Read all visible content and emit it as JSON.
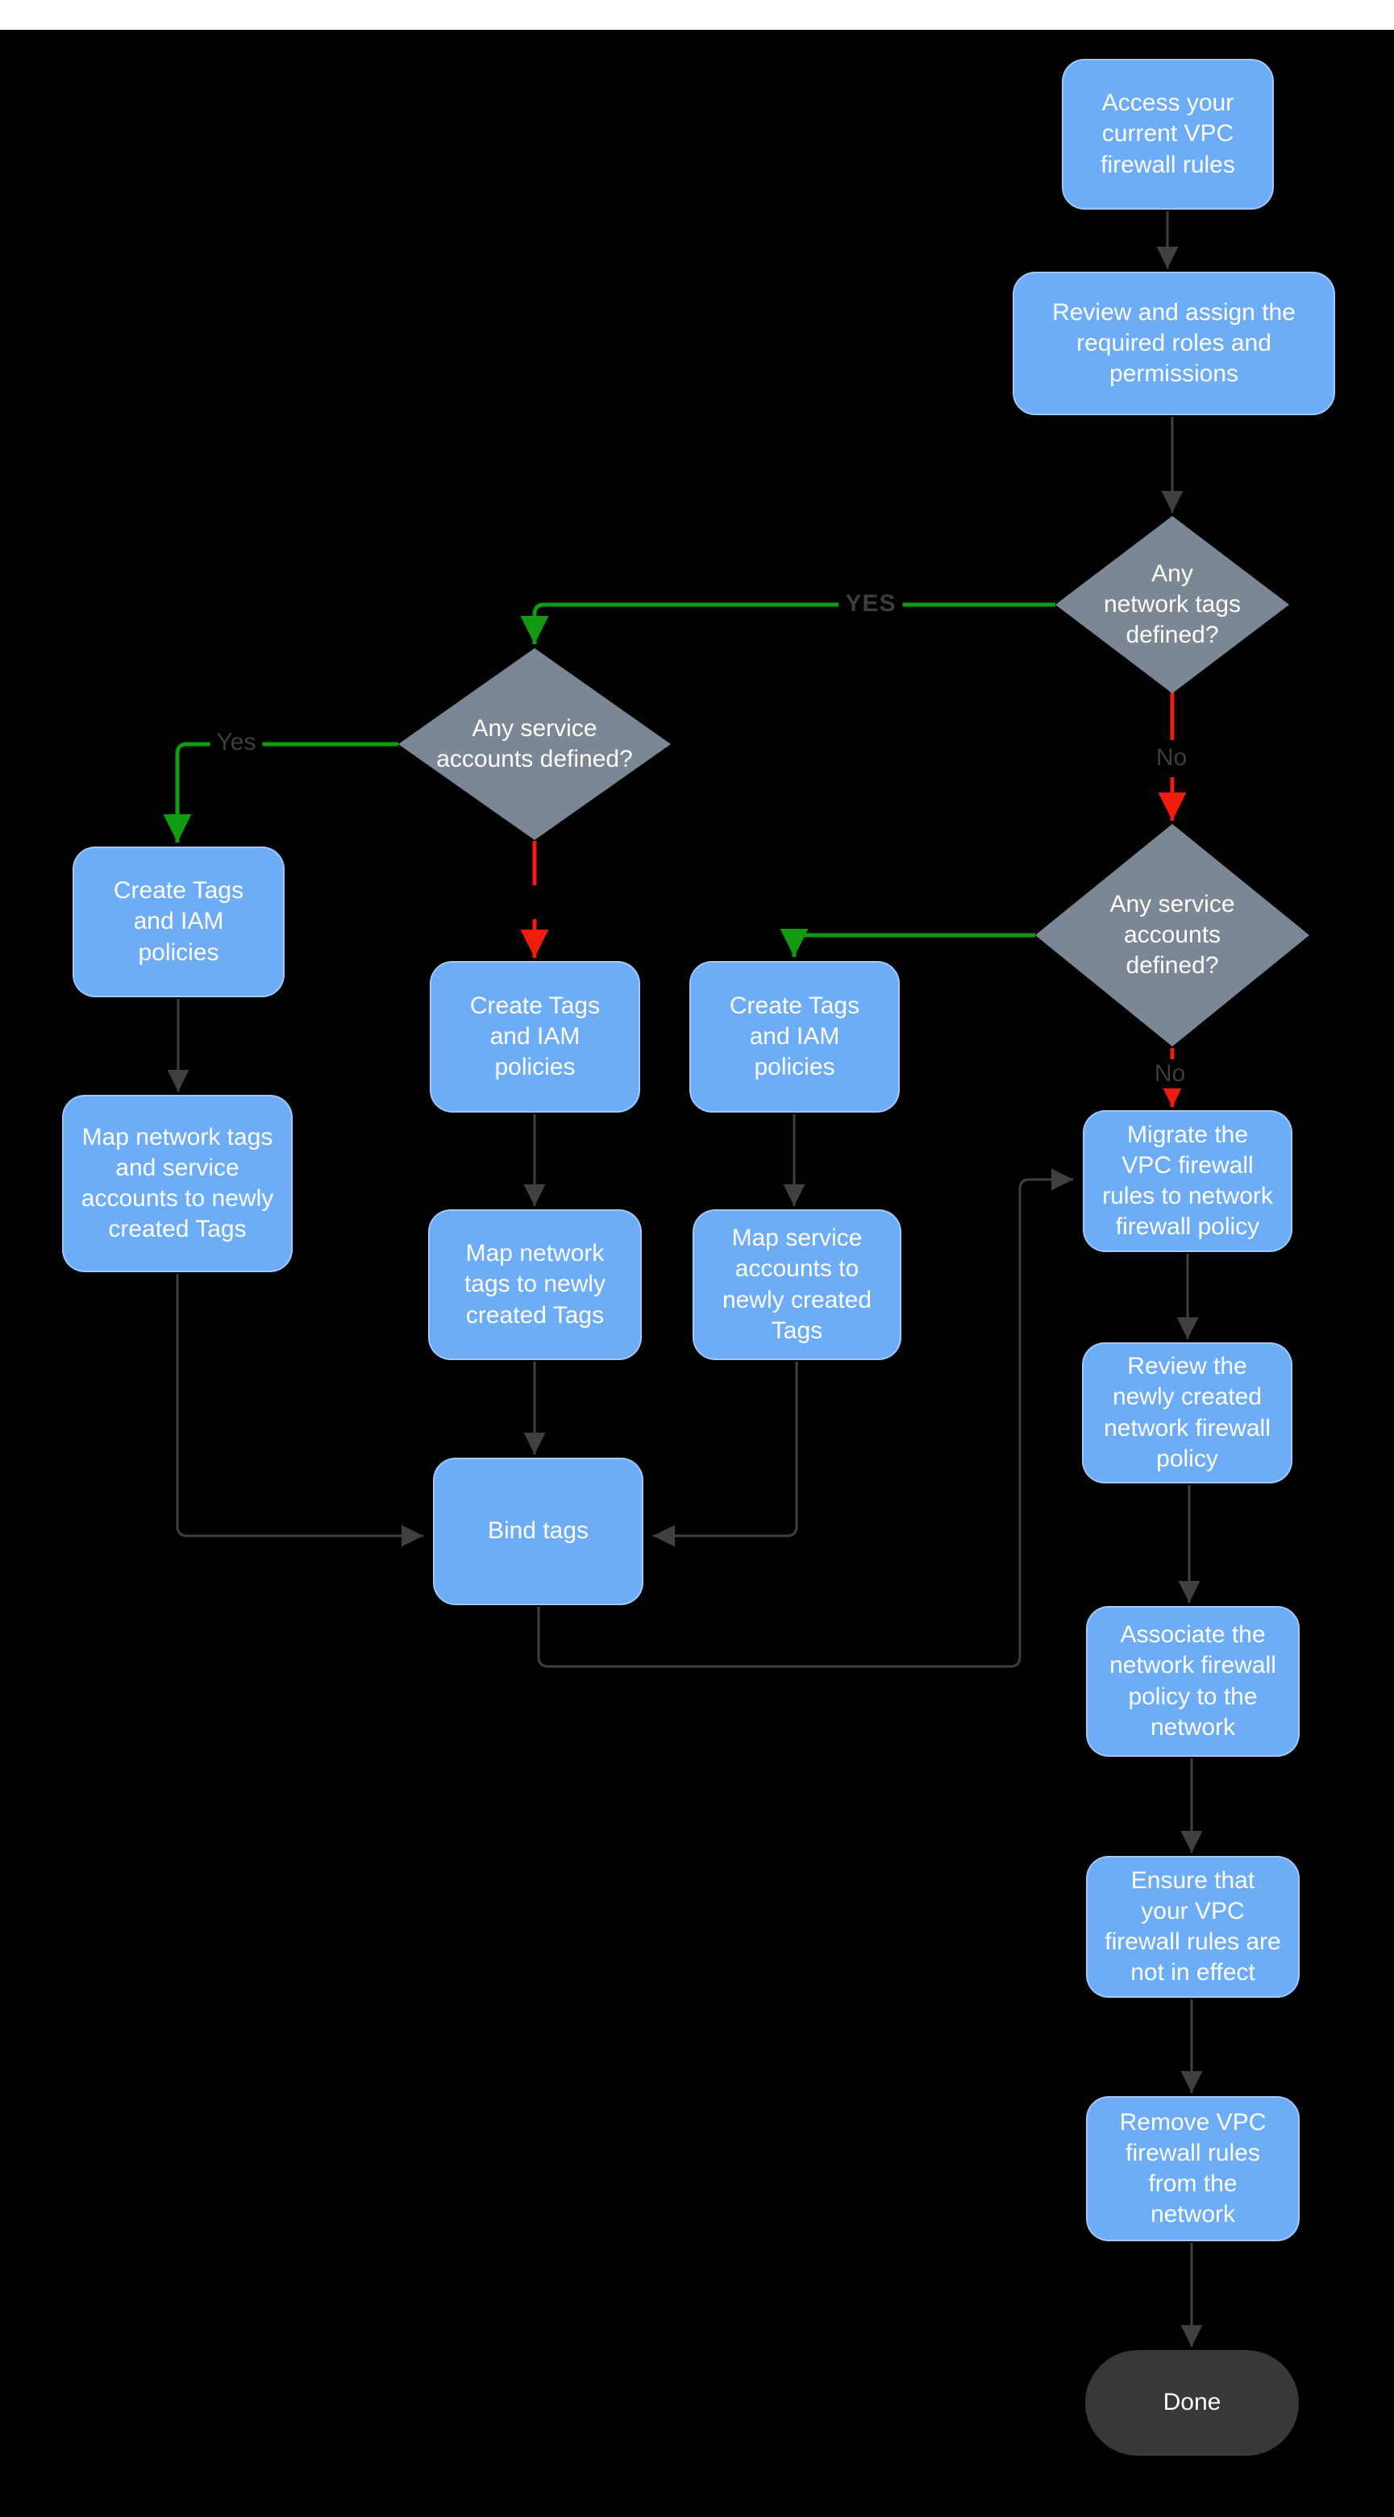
{
  "title": "Migrate VPC firewall rules to network firewall policy - flowchart",
  "colors": {
    "canvas_bg": "#000000",
    "top_strip": "#FFFFFF",
    "process_fill": "#6DACF7",
    "decision_fill": "#7B8794",
    "terminator_fill": "#383838",
    "yes_color": "#109C10",
    "no_color": "#F11C0C",
    "connector_color": "#404040",
    "label_color": "#3D3D3D",
    "text_color": "#FFFFFF"
  },
  "edge_labels": {
    "yes_upper": "YES",
    "yes_left": "Yes",
    "no_after_network_tags": "No",
    "no_after_service_accounts": "No"
  },
  "nodes": {
    "access": {
      "type": "process",
      "label": "Access your\ncurrent VPC\nfirewall rules"
    },
    "review_roles": {
      "type": "process",
      "label": "Review and assign the\nrequired roles and\npermissions"
    },
    "network_tags_defined": {
      "type": "decision",
      "label": "Any\nnetwork tags\ndefined?"
    },
    "service_accounts_defined_left": {
      "type": "decision",
      "label": "Any service\naccounts defined?"
    },
    "service_accounts_defined_right": {
      "type": "decision",
      "label": "Any service\naccounts\ndefined?"
    },
    "create_tags_left": {
      "type": "process",
      "label": "Create Tags\nand IAM\npolicies"
    },
    "map_tags_and_accounts": {
      "type": "process",
      "label": "Map network tags\nand service\naccounts to newly\ncreated Tags"
    },
    "create_tags_mid": {
      "type": "process",
      "label": "Create Tags\nand IAM\npolicies"
    },
    "create_tags_right": {
      "type": "process",
      "label": "Create Tags\nand IAM\npolicies"
    },
    "map_network_tags": {
      "type": "process",
      "label": "Map network\ntags to newly\ncreated Tags"
    },
    "map_service_accounts": {
      "type": "process",
      "label": "Map service\naccounts  to\nnewly created\nTags"
    },
    "bind_tags": {
      "type": "process",
      "label": "Bind tags"
    },
    "migrate_rules": {
      "type": "process",
      "label": "Migrate the\nVPC firewall\nrules to network\nfirewall policy"
    },
    "review_policy": {
      "type": "process",
      "label": "Review the\nnewly created\nnetwork firewall\npolicy"
    },
    "associate_policy": {
      "type": "process",
      "label": "Associate the\nnetwork firewall\npolicy to the\nnetwork"
    },
    "ensure_not_in_effect": {
      "type": "process",
      "label": "Ensure that\nyour VPC\nfirewall rules are\nnot in effect"
    },
    "remove_rules": {
      "type": "process",
      "label": "Remove  VPC\nfirewall rules\nfrom the\nnetwork"
    },
    "done": {
      "type": "terminator",
      "label": "Done"
    }
  },
  "edges": [
    {
      "from": "access",
      "to": "review_roles",
      "label": "",
      "color": "gray"
    },
    {
      "from": "review_roles",
      "to": "network_tags_defined",
      "label": "",
      "color": "gray"
    },
    {
      "from": "network_tags_defined",
      "to": "service_accounts_defined_left",
      "label": "YES",
      "color": "green"
    },
    {
      "from": "network_tags_defined",
      "to": "service_accounts_defined_right",
      "label": "No",
      "color": "red"
    },
    {
      "from": "service_accounts_defined_left",
      "to": "create_tags_left",
      "label": "Yes",
      "color": "green"
    },
    {
      "from": "service_accounts_defined_left",
      "to": "create_tags_mid",
      "label": "",
      "color": "red"
    },
    {
      "from": "service_accounts_defined_right",
      "to": "create_tags_right",
      "label": "",
      "color": "green"
    },
    {
      "from": "service_accounts_defined_right",
      "to": "migrate_rules",
      "label": "No",
      "color": "red"
    },
    {
      "from": "create_tags_left",
      "to": "map_tags_and_accounts",
      "label": "",
      "color": "gray"
    },
    {
      "from": "create_tags_mid",
      "to": "map_network_tags",
      "label": "",
      "color": "gray"
    },
    {
      "from": "create_tags_right",
      "to": "map_service_accounts",
      "label": "",
      "color": "gray"
    },
    {
      "from": "map_tags_and_accounts",
      "to": "bind_tags",
      "label": "",
      "color": "gray"
    },
    {
      "from": "map_network_tags",
      "to": "bind_tags",
      "label": "",
      "color": "gray"
    },
    {
      "from": "map_service_accounts",
      "to": "bind_tags",
      "label": "",
      "color": "gray"
    },
    {
      "from": "bind_tags",
      "to": "migrate_rules",
      "label": "",
      "color": "gray"
    },
    {
      "from": "migrate_rules",
      "to": "review_policy",
      "label": "",
      "color": "gray"
    },
    {
      "from": "review_policy",
      "to": "associate_policy",
      "label": "",
      "color": "gray"
    },
    {
      "from": "associate_policy",
      "to": "ensure_not_in_effect",
      "label": "",
      "color": "gray"
    },
    {
      "from": "ensure_not_in_effect",
      "to": "remove_rules",
      "label": "",
      "color": "gray"
    },
    {
      "from": "remove_rules",
      "to": "done",
      "label": "",
      "color": "gray"
    }
  ]
}
